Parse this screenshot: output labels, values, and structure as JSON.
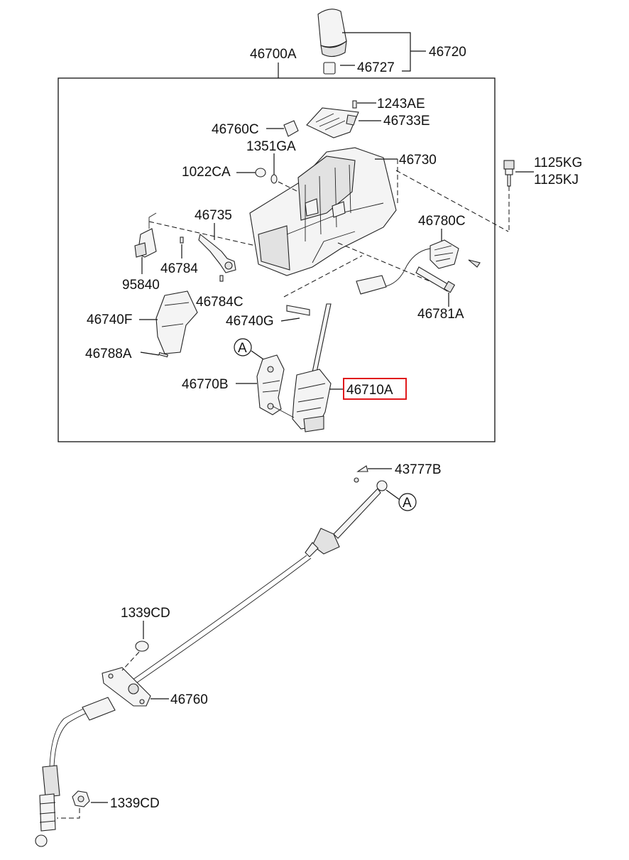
{
  "diagram": {
    "highlight_color": "#e0191c",
    "parts": {
      "p46720": "46720",
      "p46727": "46727",
      "p46700A": "46700A",
      "p1243AE": "1243AE",
      "p46733E": "46733E",
      "p46760C": "46760C",
      "p1351GA": "1351GA",
      "p46730": "46730",
      "p1022CA": "1022CA",
      "p1125KG": "1125KG",
      "p1125KJ": "1125KJ",
      "p46735": "46735",
      "p46780C": "46780C",
      "p46784": "46784",
      "p95840": "95840",
      "p46784C": "46784C",
      "p46781A": "46781A",
      "p46740F": "46740F",
      "p46740G": "46740G",
      "p46788A": "46788A",
      "p46770B": "46770B",
      "p46710A": "46710A",
      "p43777B": "43777B",
      "p1339CD_top": "1339CD",
      "p46760": "46760",
      "p1339CD_bottom": "1339CD"
    },
    "callouts": {
      "a_upper": "A",
      "a_lower": "A"
    }
  }
}
